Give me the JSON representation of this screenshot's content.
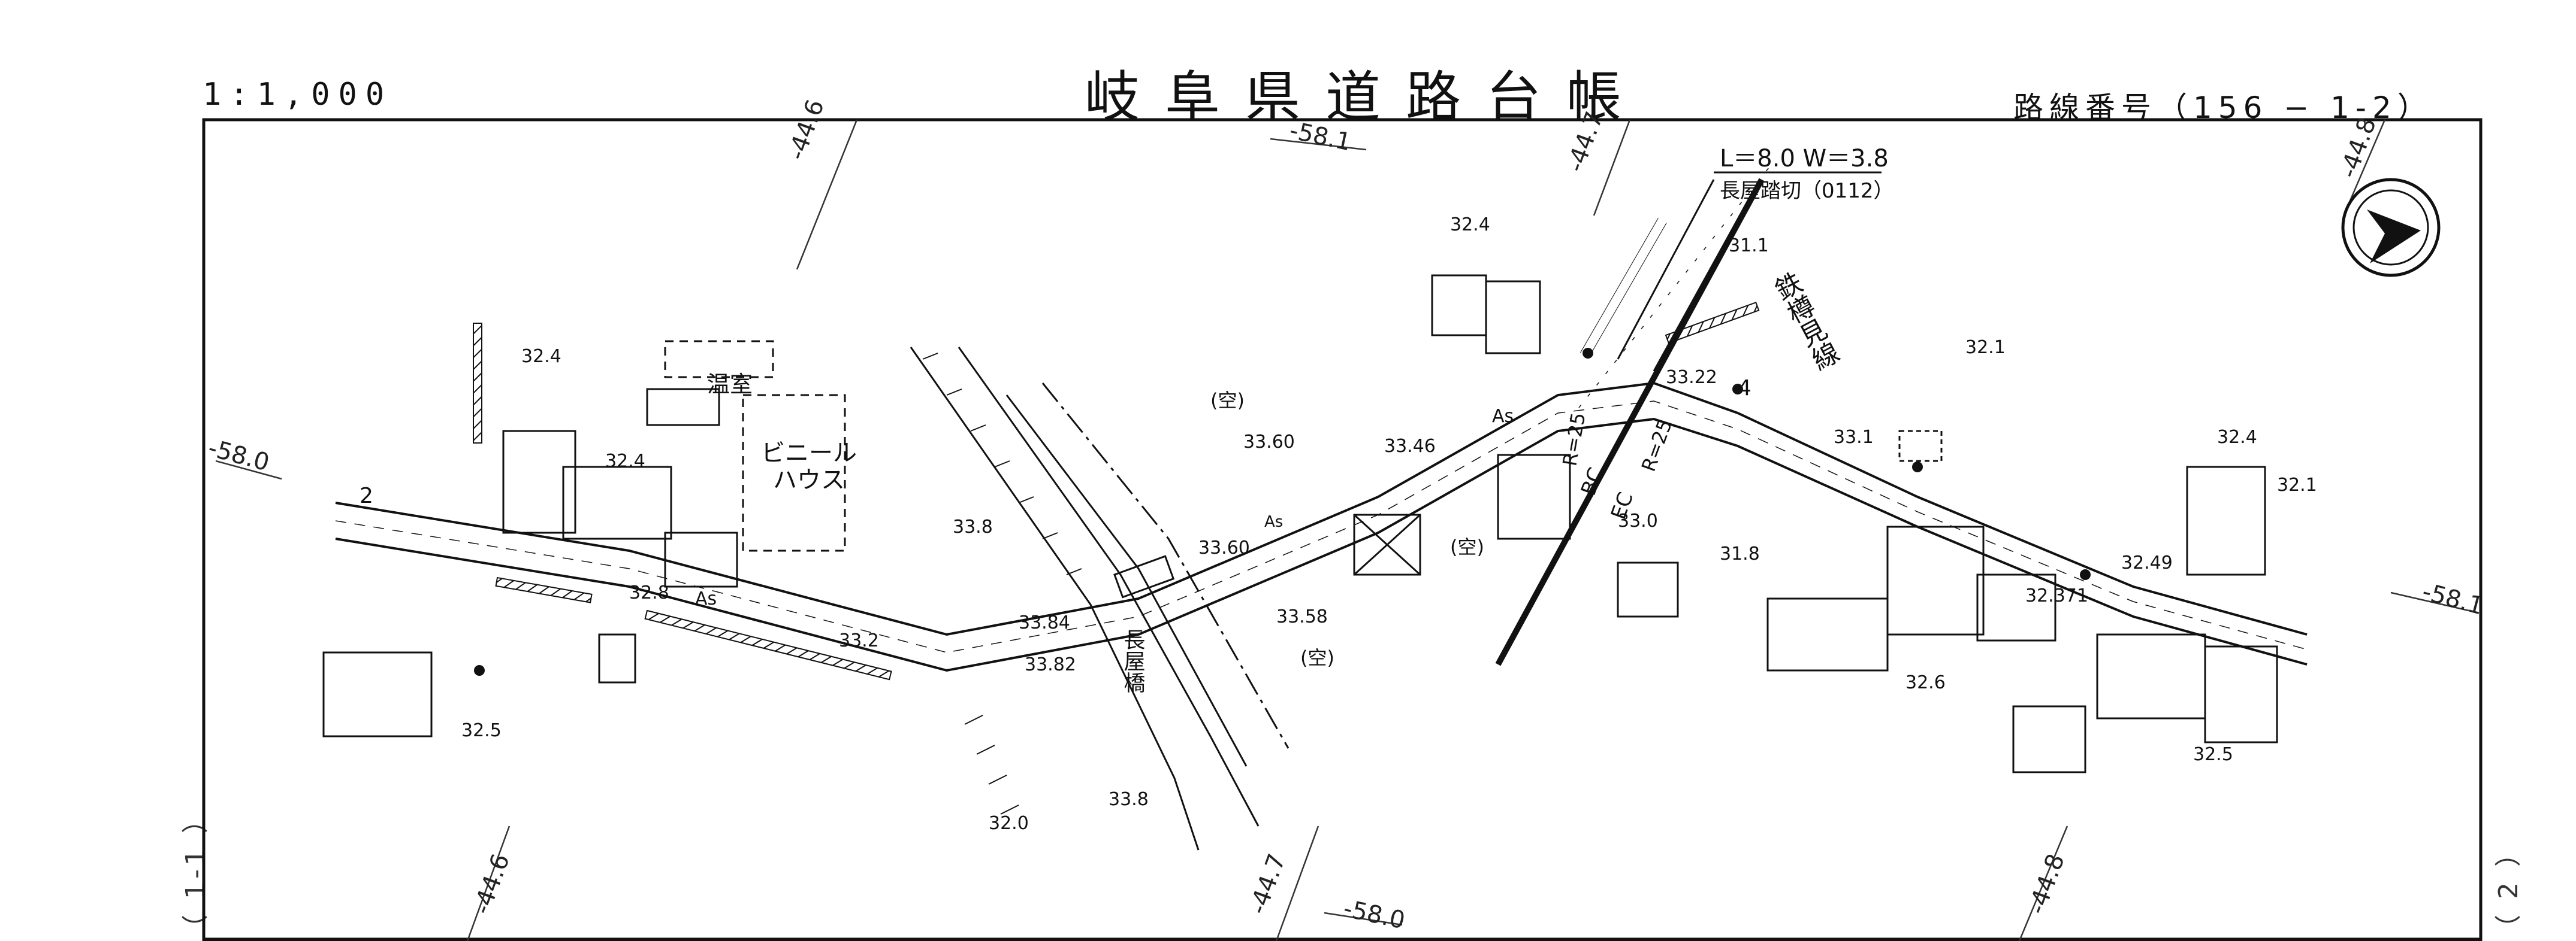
{
  "header": {
    "scale": "1:1,000",
    "title": "岐阜県道路台帳",
    "route_label": "路線番号（156 − 1-2）"
  },
  "sheet_refs": {
    "left": "（ 1-1 ）",
    "right": "（ 2 ）"
  },
  "grid_labels": {
    "top_1": "-44.6",
    "top_2": "-58.1",
    "top_3": "-44.7",
    "top_4": "-44.8",
    "left_mid": "-58.0",
    "right_mid": "-58.1",
    "bottom_1": "-44.6",
    "bottom_2": "-44.7",
    "bottom_3": "-58.0",
    "bottom_4": "-44.8"
  },
  "crossing": {
    "spec": "L＝8.0  W＝3.8",
    "name": "長屋踏切（0112）"
  },
  "railway": {
    "name": "鉄樽見線"
  },
  "bridge": {
    "name": "長屋橋"
  },
  "buildings": {
    "greenhouse": "温室",
    "vinyl_house_1": "ビニール",
    "vinyl_house_2": "ハウス",
    "vacant_1": "(空)",
    "vacant_2": "(空)",
    "vacant_3": "(空)"
  },
  "curve": {
    "bc": "BC",
    "ec": "EC",
    "radius_1": "R=25",
    "radius_2": "R=25"
  },
  "elevations": {
    "e1": "32.4",
    "e2": "32.4",
    "e3": "32.8",
    "e4": "32.5",
    "e5": "33.2",
    "e6": "33.8",
    "e7": "33.84",
    "e8": "33.82",
    "e9": "33.60",
    "e10": "33.46",
    "e11": "33.60",
    "e12": "33.58",
    "e13": "32.0",
    "e14": "33.8",
    "e15": "32.4",
    "e16": "31.1",
    "e17": "33.22",
    "e18": "33.0",
    "e19": "31.8",
    "e20": "33.1",
    "e21": "32.1",
    "e22": "32.4",
    "e23": "32.1",
    "e24": "32.49",
    "e25": "32.371",
    "e26": "32.6",
    "e27": "32.5"
  },
  "road_marks": {
    "surface_1": "As",
    "surface_2": "As",
    "surface_3": "As",
    "km_2": "2",
    "km_4": "4"
  }
}
